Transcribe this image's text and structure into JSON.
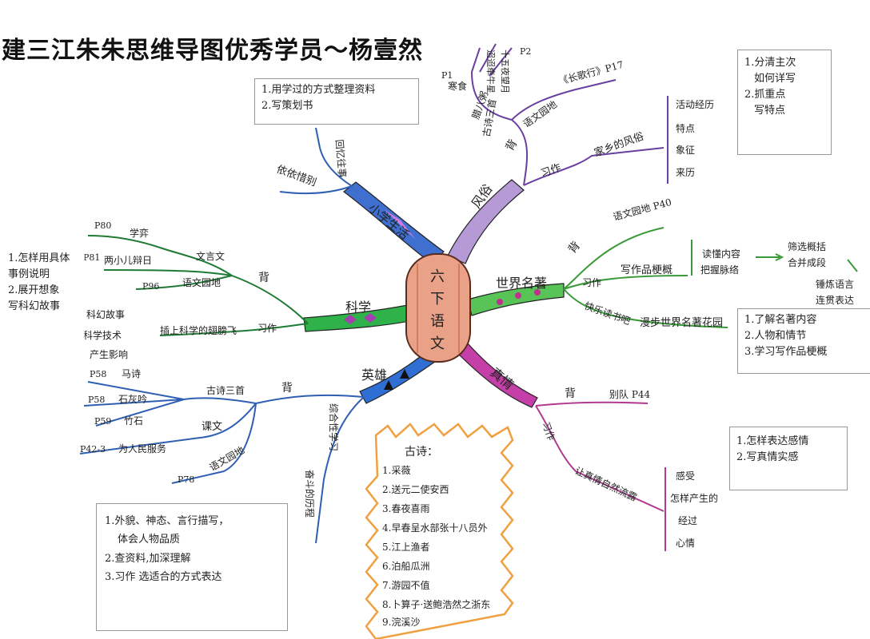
{
  "title": "建三江朱朱思维导图优秀学员～杨壹然",
  "center": {
    "line1": "六",
    "line2": "下",
    "line3": "语",
    "line4": "文"
  },
  "colors": {
    "branch_green": "#2e8b3e",
    "branch_purple": "#9a6fb8",
    "branch_blue": "#2f5fb3",
    "branch_pink": "#c04a9a",
    "center_fill": "#e9a287"
  },
  "branch_custom": {
    "label": "风俗",
    "recite": "背",
    "recite_items": [
      "腊八粥",
      "古诗三首",
      "语文园地"
    ],
    "poems": [
      "寒食",
      "迢迢牵牛星",
      "十五夜望月"
    ],
    "page_p1": "P1",
    "page_p2": "P2",
    "song": "《长歌行》P17",
    "compose": "习作",
    "compose_topic": "家乡的风俗",
    "compose_points": [
      "活动经历",
      "特点",
      "象征",
      "来历"
    ],
    "note": [
      "1.分清主次",
      "如何详写",
      "2.抓重点",
      "写特点"
    ]
  },
  "branch_school": {
    "label": "小学生活",
    "sub": [
      "回忆往事",
      "依依惜别"
    ],
    "note": [
      "1.用学过的方式整理资料",
      "2.写策划书"
    ]
  },
  "branch_science": {
    "label": "科学",
    "recite": "背",
    "wenyan": "文言文",
    "wenyan_items": [
      {
        "page": "P80",
        "text": "学弈"
      },
      {
        "page": "P81",
        "text": "两小儿辩日"
      }
    ],
    "yuwen": "语文园地",
    "yuwen_page": "P96",
    "compose": "习作",
    "compose_topic": "插上科学的翅膀飞",
    "compose_points": [
      "科幻故事",
      "科学技术",
      "产生影响"
    ],
    "note": [
      "1.怎样用具体",
      "事例说明",
      "2.展开想象",
      "写科幻故事"
    ]
  },
  "branch_books": {
    "label": "世界名著",
    "recite": "背",
    "recite_item": "语文园地 P40",
    "compose": "习作",
    "compose_topic": "写作品梗概",
    "method": [
      "读懂内容",
      "把握脉络"
    ],
    "steps": [
      "筛选概括",
      "合并成段",
      "锤炼语言",
      "连贯表达"
    ],
    "reading": "快乐读书吧",
    "reading_topic": "漫步世界名著花园",
    "note": [
      "1.了解名著内容",
      "2.人物和情节",
      "3.学习写作品梗概"
    ]
  },
  "branch_hero": {
    "label": "英雄",
    "recite": "背",
    "gushi": "古诗三首",
    "poems": [
      {
        "page": "P58",
        "text": "马诗"
      },
      {
        "page": "P58",
        "text": "石灰吟"
      },
      {
        "page": "P59",
        "text": "竹石"
      }
    ],
    "kewen": "课文",
    "kewen_item": {
      "page": "P42-3",
      "text": "为人民服务"
    },
    "yuwen": "语文园地",
    "yuwen_page": "P78",
    "comprehensive": "综合性学习",
    "comprehensive_topic": "奋斗的历程",
    "note": [
      "1.外貌、神态、言行描写，",
      "体会人物品质",
      "2.查资料,加深理解",
      "3.习作 选适合的方式表达"
    ]
  },
  "branch_feeling": {
    "label": "真情",
    "recite": "背",
    "recite_item": "别队 P44",
    "compose": "习作",
    "compose_topic": "让真情自然流露",
    "points": [
      "感受",
      "怎样产生的",
      "经过",
      "心情"
    ],
    "note": [
      "1.怎样表达感情",
      "2.写真情实感"
    ]
  },
  "poems_box": {
    "title": "古诗：",
    "items": [
      "1.采薇",
      "2.送元二使安西",
      "3.春夜喜雨",
      "4.早春呈水部张十八员外",
      "5.江上渔者",
      "6.泊船瓜洲",
      "7.游园不值",
      "8.卜算子·送鲍浩然之浙东",
      "9.浣溪沙"
    ]
  }
}
